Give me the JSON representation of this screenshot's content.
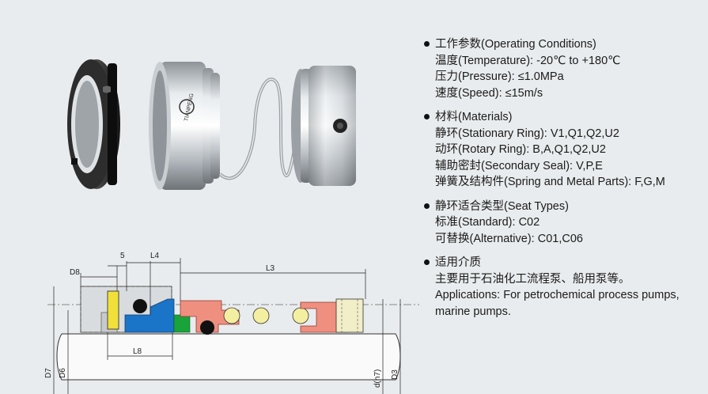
{
  "drawing_labels": {
    "d8": "D8",
    "five": "5",
    "l4": "L4",
    "l3": "L3",
    "l8": "L8",
    "d7": "D7",
    "d6": "D6",
    "dh7": "d(h7)",
    "d3": "D3"
  },
  "photo_brand": "TIANPENG",
  "sections": [
    {
      "heading": "工作参数(Operating Conditions)",
      "lines": [
        "温度(Temperature): -20℃ to +180℃",
        "压力(Pressure): ≤1.0MPa",
        "速度(Speed): ≤15m/s"
      ]
    },
    {
      "heading": "材料(Materials)",
      "lines": [
        "静环(Stationary Ring): V1,Q1,Q2,U2",
        "动环(Rotary Ring): B,A,Q1,Q2,U2",
        "辅助密封(Secondary Seal): V,P,E",
        "弹簧及结构件(Spring and Metal Parts): F,G,M"
      ]
    },
    {
      "heading": "静环适合类型(Seat Types)",
      "lines": [
        "标准(Standard): C02",
        "可替换(Alternative): C01,C06"
      ]
    },
    {
      "heading": "适用介质",
      "lines": [
        "主要用于石油化工流程泵、船用泵等。",
        "Applications: For petrochemical process pumps, marine pumps."
      ]
    }
  ],
  "colors": {
    "background": "#e9ecee",
    "stationary_ring": "#f1e03a",
    "rotary_ring": "#1a74c8",
    "housing": "#ef8f80",
    "spring_coils": "#f4efa0",
    "o_ring": "#111111",
    "green_part": "#19a33b"
  }
}
